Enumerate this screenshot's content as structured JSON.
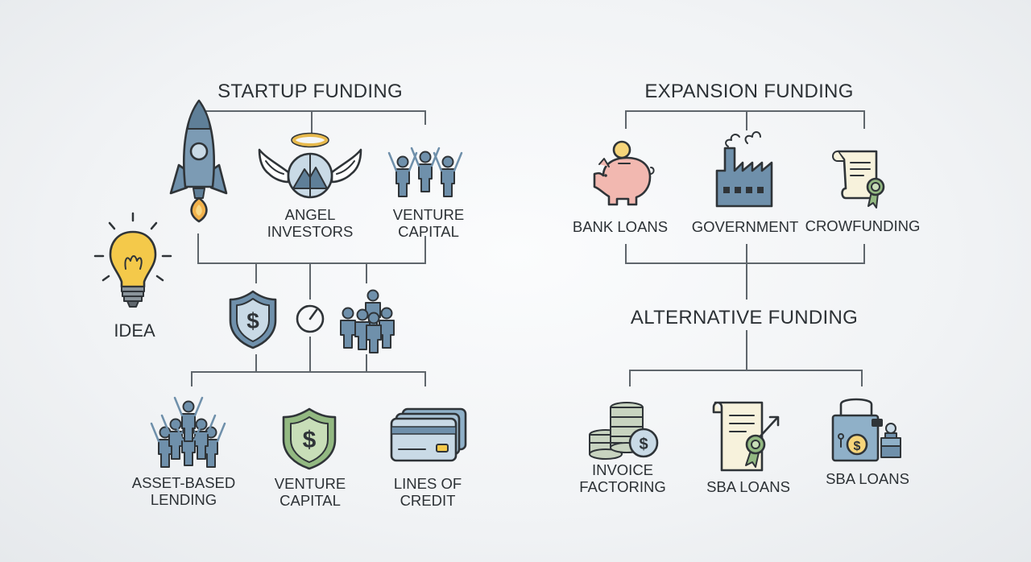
{
  "startup": {
    "title": "STARTUP FUNDING",
    "angel": [
      "ANGEL",
      "INVESTORS"
    ],
    "venture_top": [
      "VENTURE",
      "CAPITAL"
    ],
    "asset": [
      "ASSET-BASED",
      "LENDING"
    ],
    "venture_bottom": [
      "VENTURE",
      "CAPITAL"
    ],
    "lines": [
      "LINES OF",
      "CREDIT"
    ]
  },
  "idea": {
    "label": "IDEA"
  },
  "expansion": {
    "title": "EXPANSION FUNDING",
    "bank": "BANK LOANS",
    "government": "GOVERNMENT",
    "crowd": "CROWFUNDING"
  },
  "alternative": {
    "title": "ALTERNATIVE FUNDING",
    "invoice": [
      "INVOICE",
      "FACTORING"
    ],
    "sba_1": "SBA LOANS",
    "sba_2": "SBA LOANS"
  },
  "dollar_symbol": "$",
  "colors": {
    "steel_blue": "#6f90ab",
    "flame": "#f2b24c",
    "bulb": "#f4c94a",
    "pig": "#f2b8b0",
    "green": "#93b982",
    "paper": "#f7f2dc",
    "coin": "#f6d57a"
  }
}
